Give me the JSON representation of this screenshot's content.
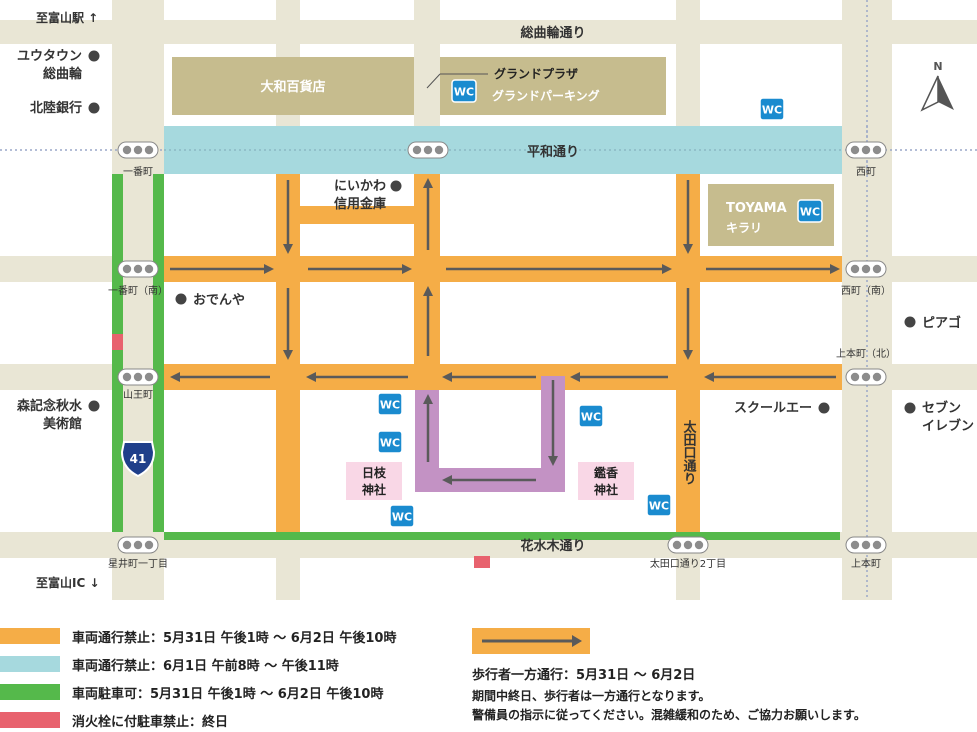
{
  "map": {
    "roads": {
      "top": "総曲輪通り",
      "heiwa": "平和通り",
      "hanamizuki": "花水木通り",
      "otaguchi": "太田口通り"
    },
    "signals": {
      "ichibancho": "一番町",
      "ichibancho_minami": "一番町（南）",
      "sannocho": "山王町",
      "hoshiichotome": "星井町一丁目",
      "nishicho": "西町",
      "nishicho_minami": "西町（南）",
      "kamihoncho_kita": "上本町（北）",
      "kamihoncho": "上本町",
      "otaguchi2": "太田口通り2丁目"
    },
    "directions": {
      "to_station": "至富山駅 ↑",
      "to_ic": "至富山IC ↓"
    },
    "places": {
      "daiwa": "大和百貨店",
      "grand_plaza": "グランドプラザ",
      "grand_parking": "グランドパーキング",
      "toyama": "TOYAMA",
      "kirari": "キラリ",
      "niikawa_1": "にいかわ",
      "niikawa_2": "信用金庫",
      "odenya": "おでんや",
      "hie_1": "日枝",
      "hie_2": "神社",
      "ryuko_1": "鑑香",
      "ryuko_2": "神社",
      "school_a": "スクールエー",
      "piago": "ピアゴ",
      "seven_1": "セブン",
      "seven_2": "イレブン",
      "utown_1": "ユウタウン",
      "utown_2": "総曲輪",
      "hokuriku_bank": "北陸銀行",
      "mori_1": "森記念秋水",
      "mori_2": "美術館"
    },
    "wc": "WC",
    "route_number": "41",
    "north": "N"
  },
  "legend": {
    "orange": "車両通行禁止：5月31日 午後1時 〜 6月2日 午後10時",
    "blue": "車両通行禁止：6月1日 午前8時 〜 午後11時",
    "green": "車両駐車可：5月31日 午後1時 〜 6月2日 午後10時",
    "red": "消火栓に付駐車禁止：終日",
    "arrow_title": "歩行者一方通行：5月31日 〜 6月2日",
    "arrow_note_1": "期間中終日、歩行者は一方通行となります。",
    "arrow_note_2": "警備員の指示に従ってください。混雑緩和のため、ご協力お願いします。"
  },
  "colors": {
    "orange": "#f5ad47",
    "blue": "#a6d9de",
    "green": "#55b94b",
    "red": "#e8626e",
    "purple": "#c392c4",
    "pink": "#f9d7e6",
    "road": "#e9e6d5",
    "building": "#c6bc8e",
    "arrow": "#5a5a5a",
    "wc": "#1a8bcf"
  }
}
